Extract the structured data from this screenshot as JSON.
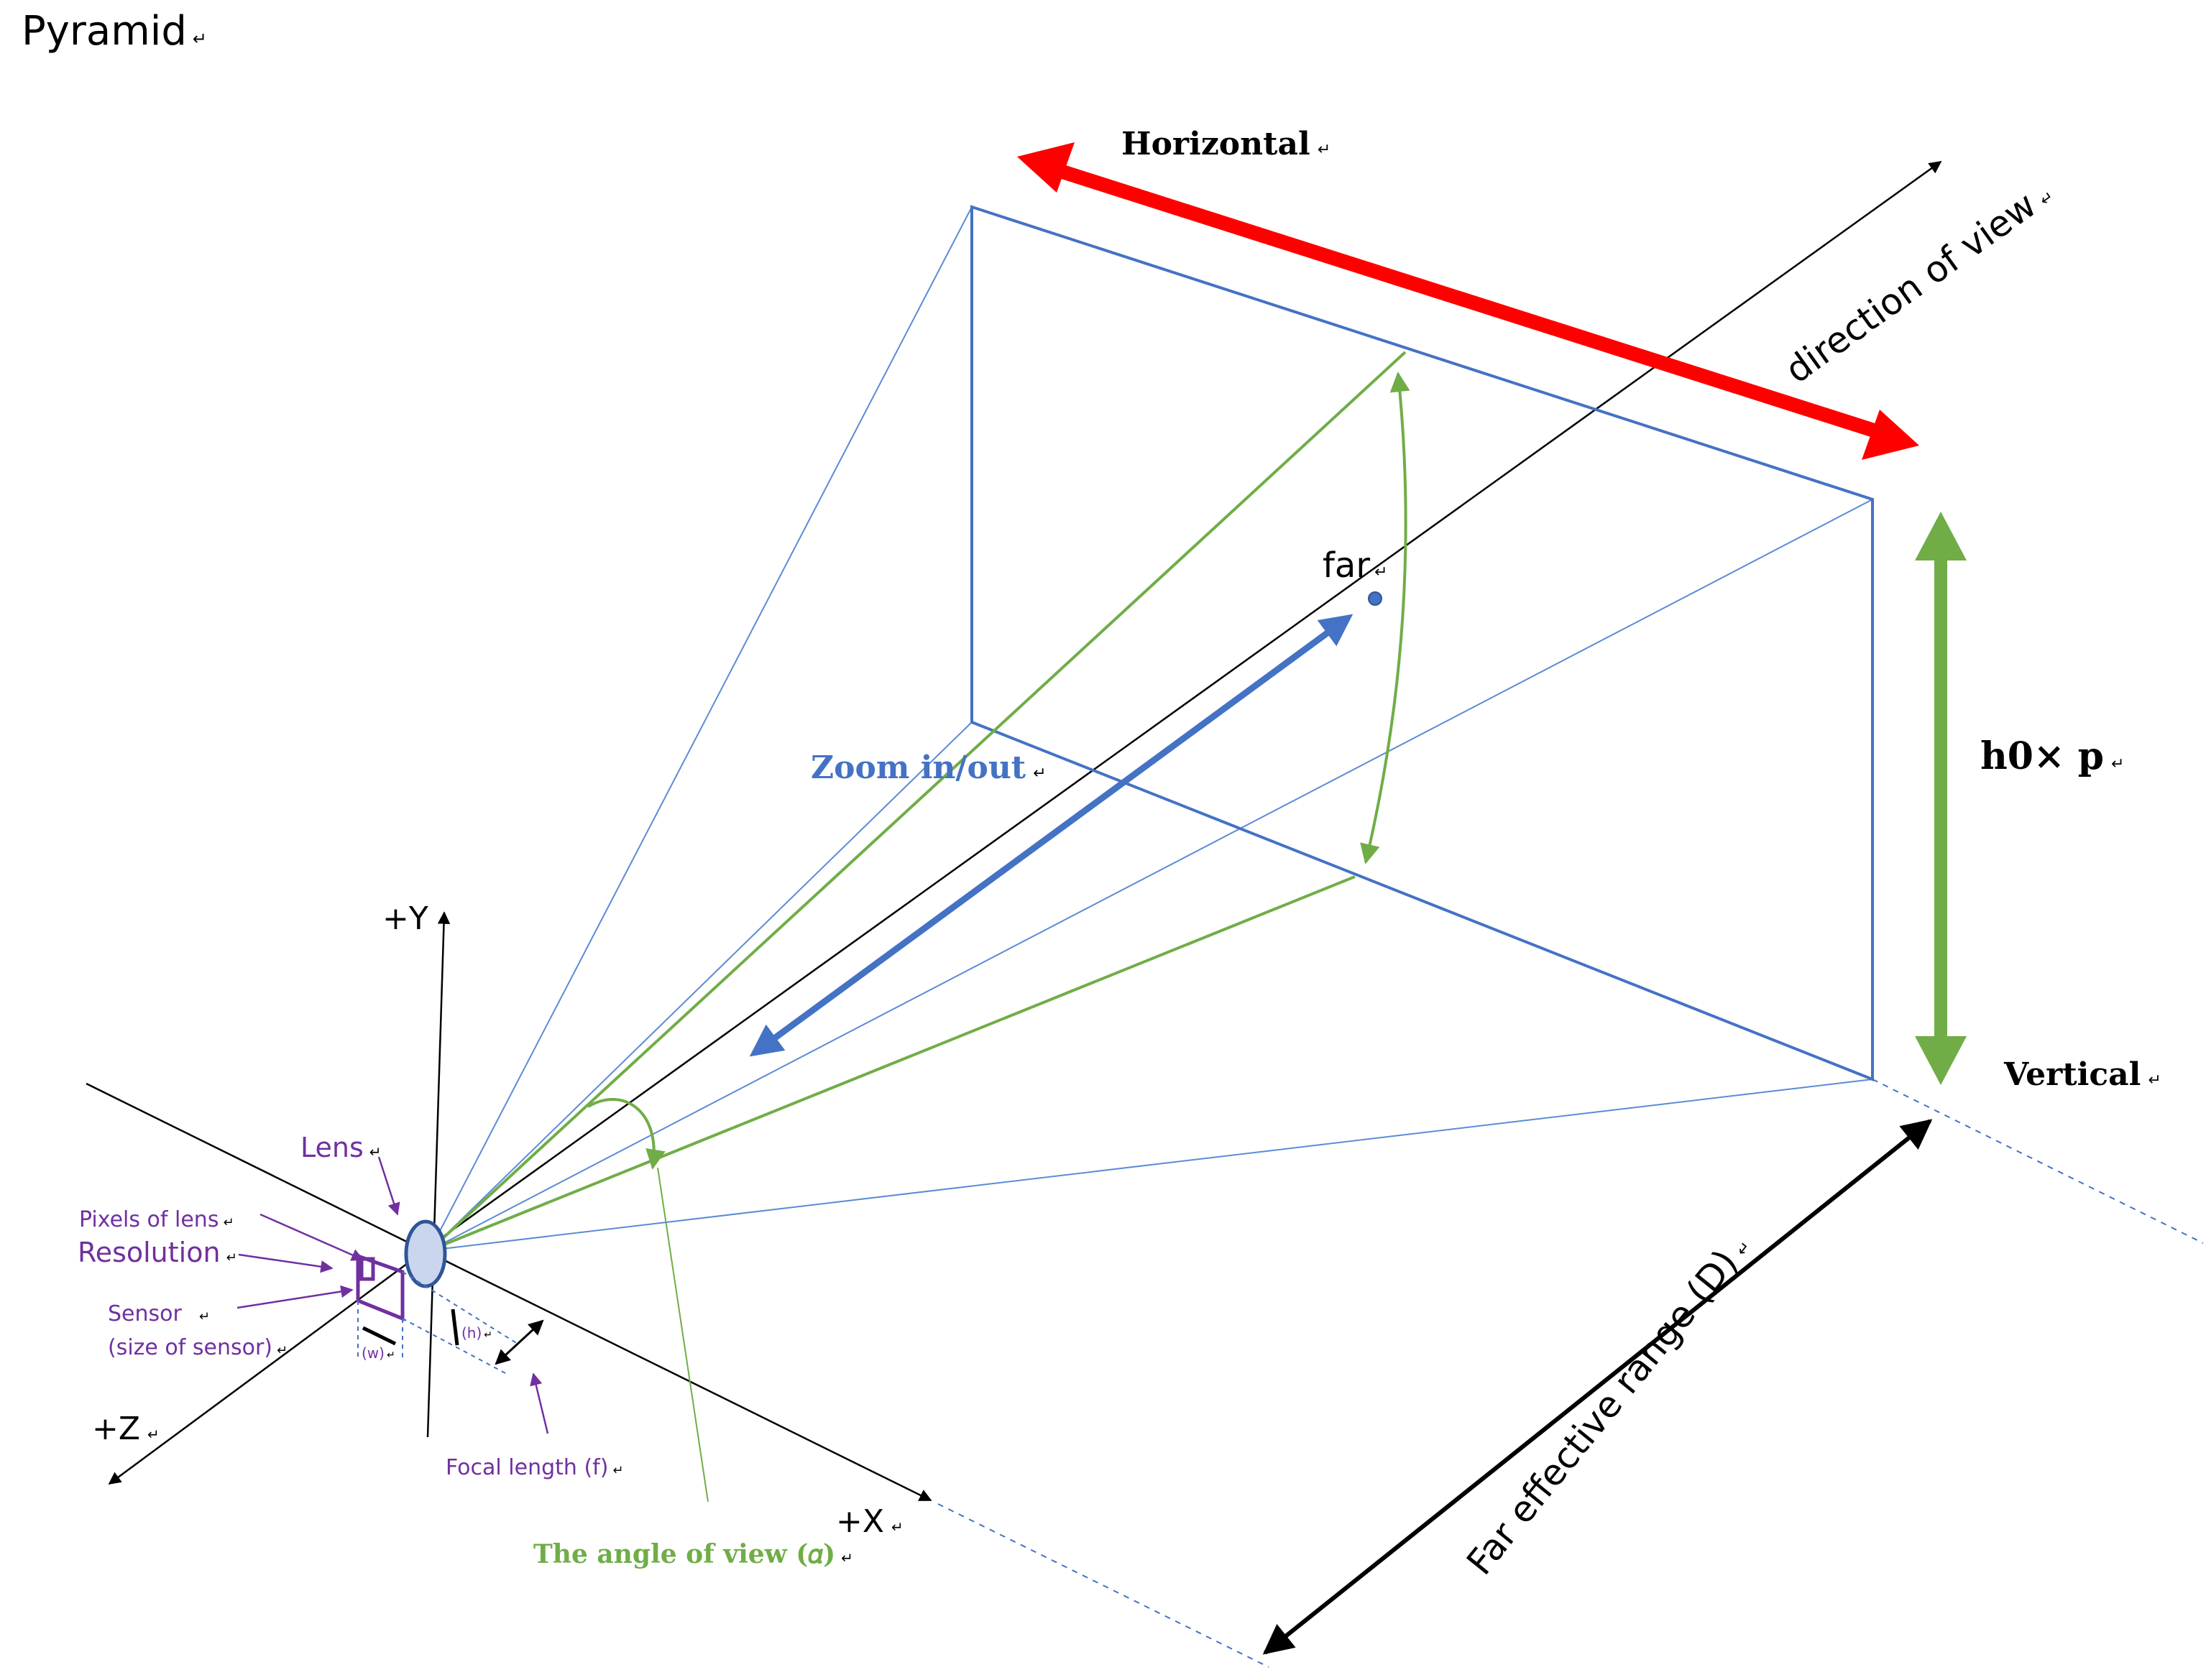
{
  "title": "Pyramid",
  "colors": {
    "blue": "#4472C4",
    "green": "#70AD47",
    "red": "#FF0000",
    "purple": "#7030A0",
    "black": "#000000",
    "light_blue": "#8EA9DB"
  },
  "labels": {
    "horizontal": "Horizontal",
    "direction_of_view": "direction of view",
    "far": "far",
    "zoom": "Zoom in/out",
    "h0p": "h0× p",
    "vertical": "Vertical",
    "far_range": "Far effective range (D)",
    "angle_of_view": "The angle of view (𝛼)",
    "plus_y": "+Y",
    "plus_z": "+Z",
    "plus_x": "+X",
    "lens": "Lens",
    "pixels_of_lens": "Pixels of lens",
    "resolution": "Resolution",
    "sensor": "Sensor",
    "sensor_size": "(size of sensor)",
    "h": "(h)",
    "w": "(w)",
    "focal_length": "Focal length (f)"
  },
  "marker": "↵"
}
